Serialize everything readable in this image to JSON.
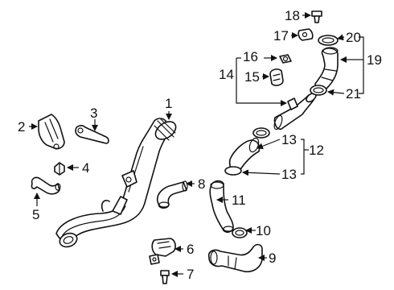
{
  "diagram": {
    "callouts": {
      "c1": "1",
      "c2": "2",
      "c3": "3",
      "c4": "4",
      "c5": "5",
      "c6": "6",
      "c7": "7",
      "c8": "8",
      "c9": "9",
      "c10": "10",
      "c11": "11",
      "c12": "12",
      "c13a": "13",
      "c13b": "13",
      "c14": "14",
      "c15": "15",
      "c16": "16",
      "c17": "17",
      "c18": "18",
      "c19": "19",
      "c20": "20",
      "c21": "21"
    }
  }
}
